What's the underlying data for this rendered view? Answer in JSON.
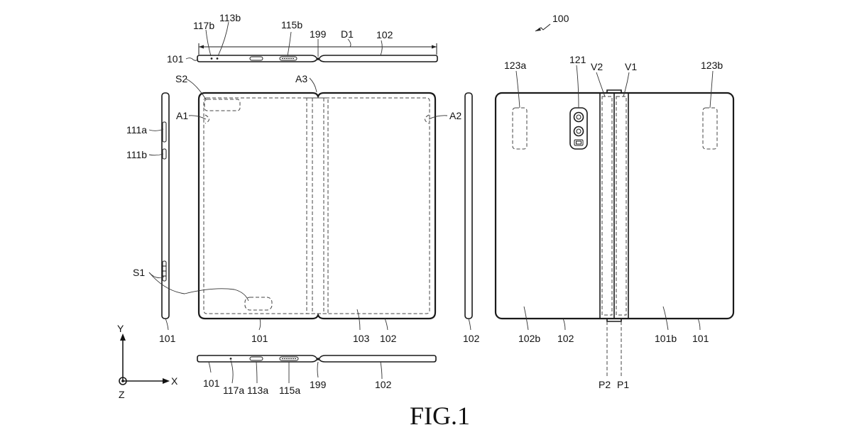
{
  "figure_title": "FIG.1",
  "labels": {
    "l100": "100",
    "l117b": "117b",
    "l113b": "113b",
    "l115b": "115b",
    "l199_top": "199",
    "lD1": "D1",
    "l102_top": "102",
    "l101_topleft": "101",
    "lS2": "S2",
    "lA3": "A3",
    "lA1": "A1",
    "lA2": "A2",
    "l111a": "111a",
    "l111b": "111b",
    "lS1": "S1",
    "l101_side": "101",
    "l101_front": "101",
    "l103": "103",
    "l102_front": "102",
    "l102_rightside": "102",
    "l101_bot": "101",
    "l117a": "117a",
    "l113a": "113a",
    "l115a": "115a",
    "l199_bot": "199",
    "l102_bot": "102",
    "l123a": "123a",
    "l121": "121",
    "lV2": "V2",
    "lV1": "V1",
    "l123b": "123b",
    "l102b": "102b",
    "l102_back": "102",
    "l101b": "101b",
    "l101_back": "101",
    "lP2": "P2",
    "lP1": "P1",
    "axis_y": "Y",
    "axis_x": "X",
    "axis_z": "Z"
  }
}
